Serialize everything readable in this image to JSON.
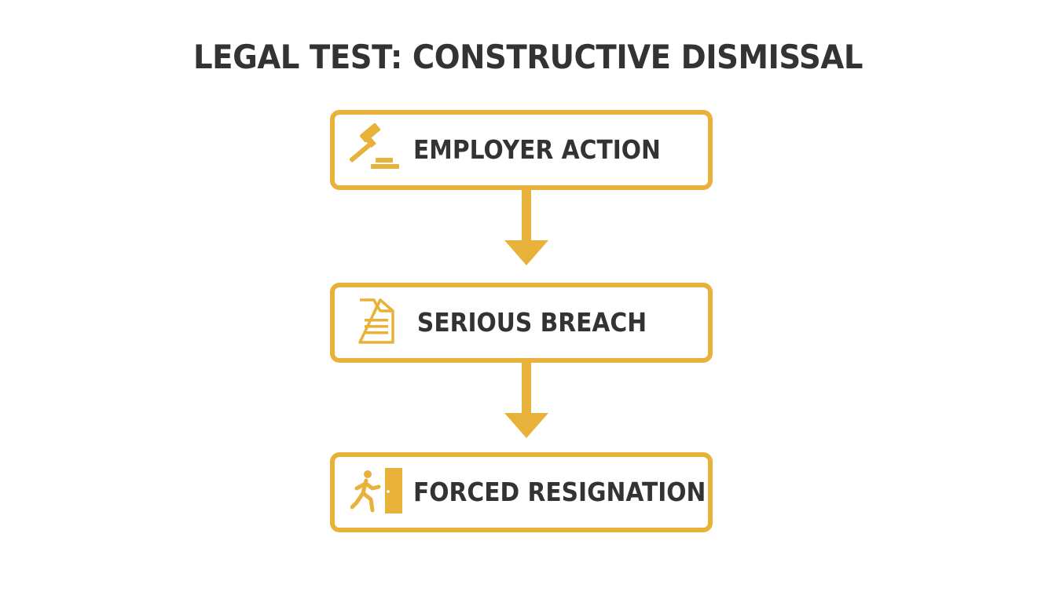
{
  "title": "LEGAL TEST: CONSTRUCTIVE DISMISSAL",
  "colors": {
    "accent": "#E8B23A",
    "text": "#333333",
    "background": "#FFFFFF"
  },
  "steps": [
    {
      "label": "EMPLOYER ACTION",
      "icon": "gavel-icon"
    },
    {
      "label": "SERIOUS BREACH",
      "icon": "torn-document-icon"
    },
    {
      "label": "FORCED RESIGNATION",
      "icon": "person-exiting-door-icon"
    }
  ]
}
